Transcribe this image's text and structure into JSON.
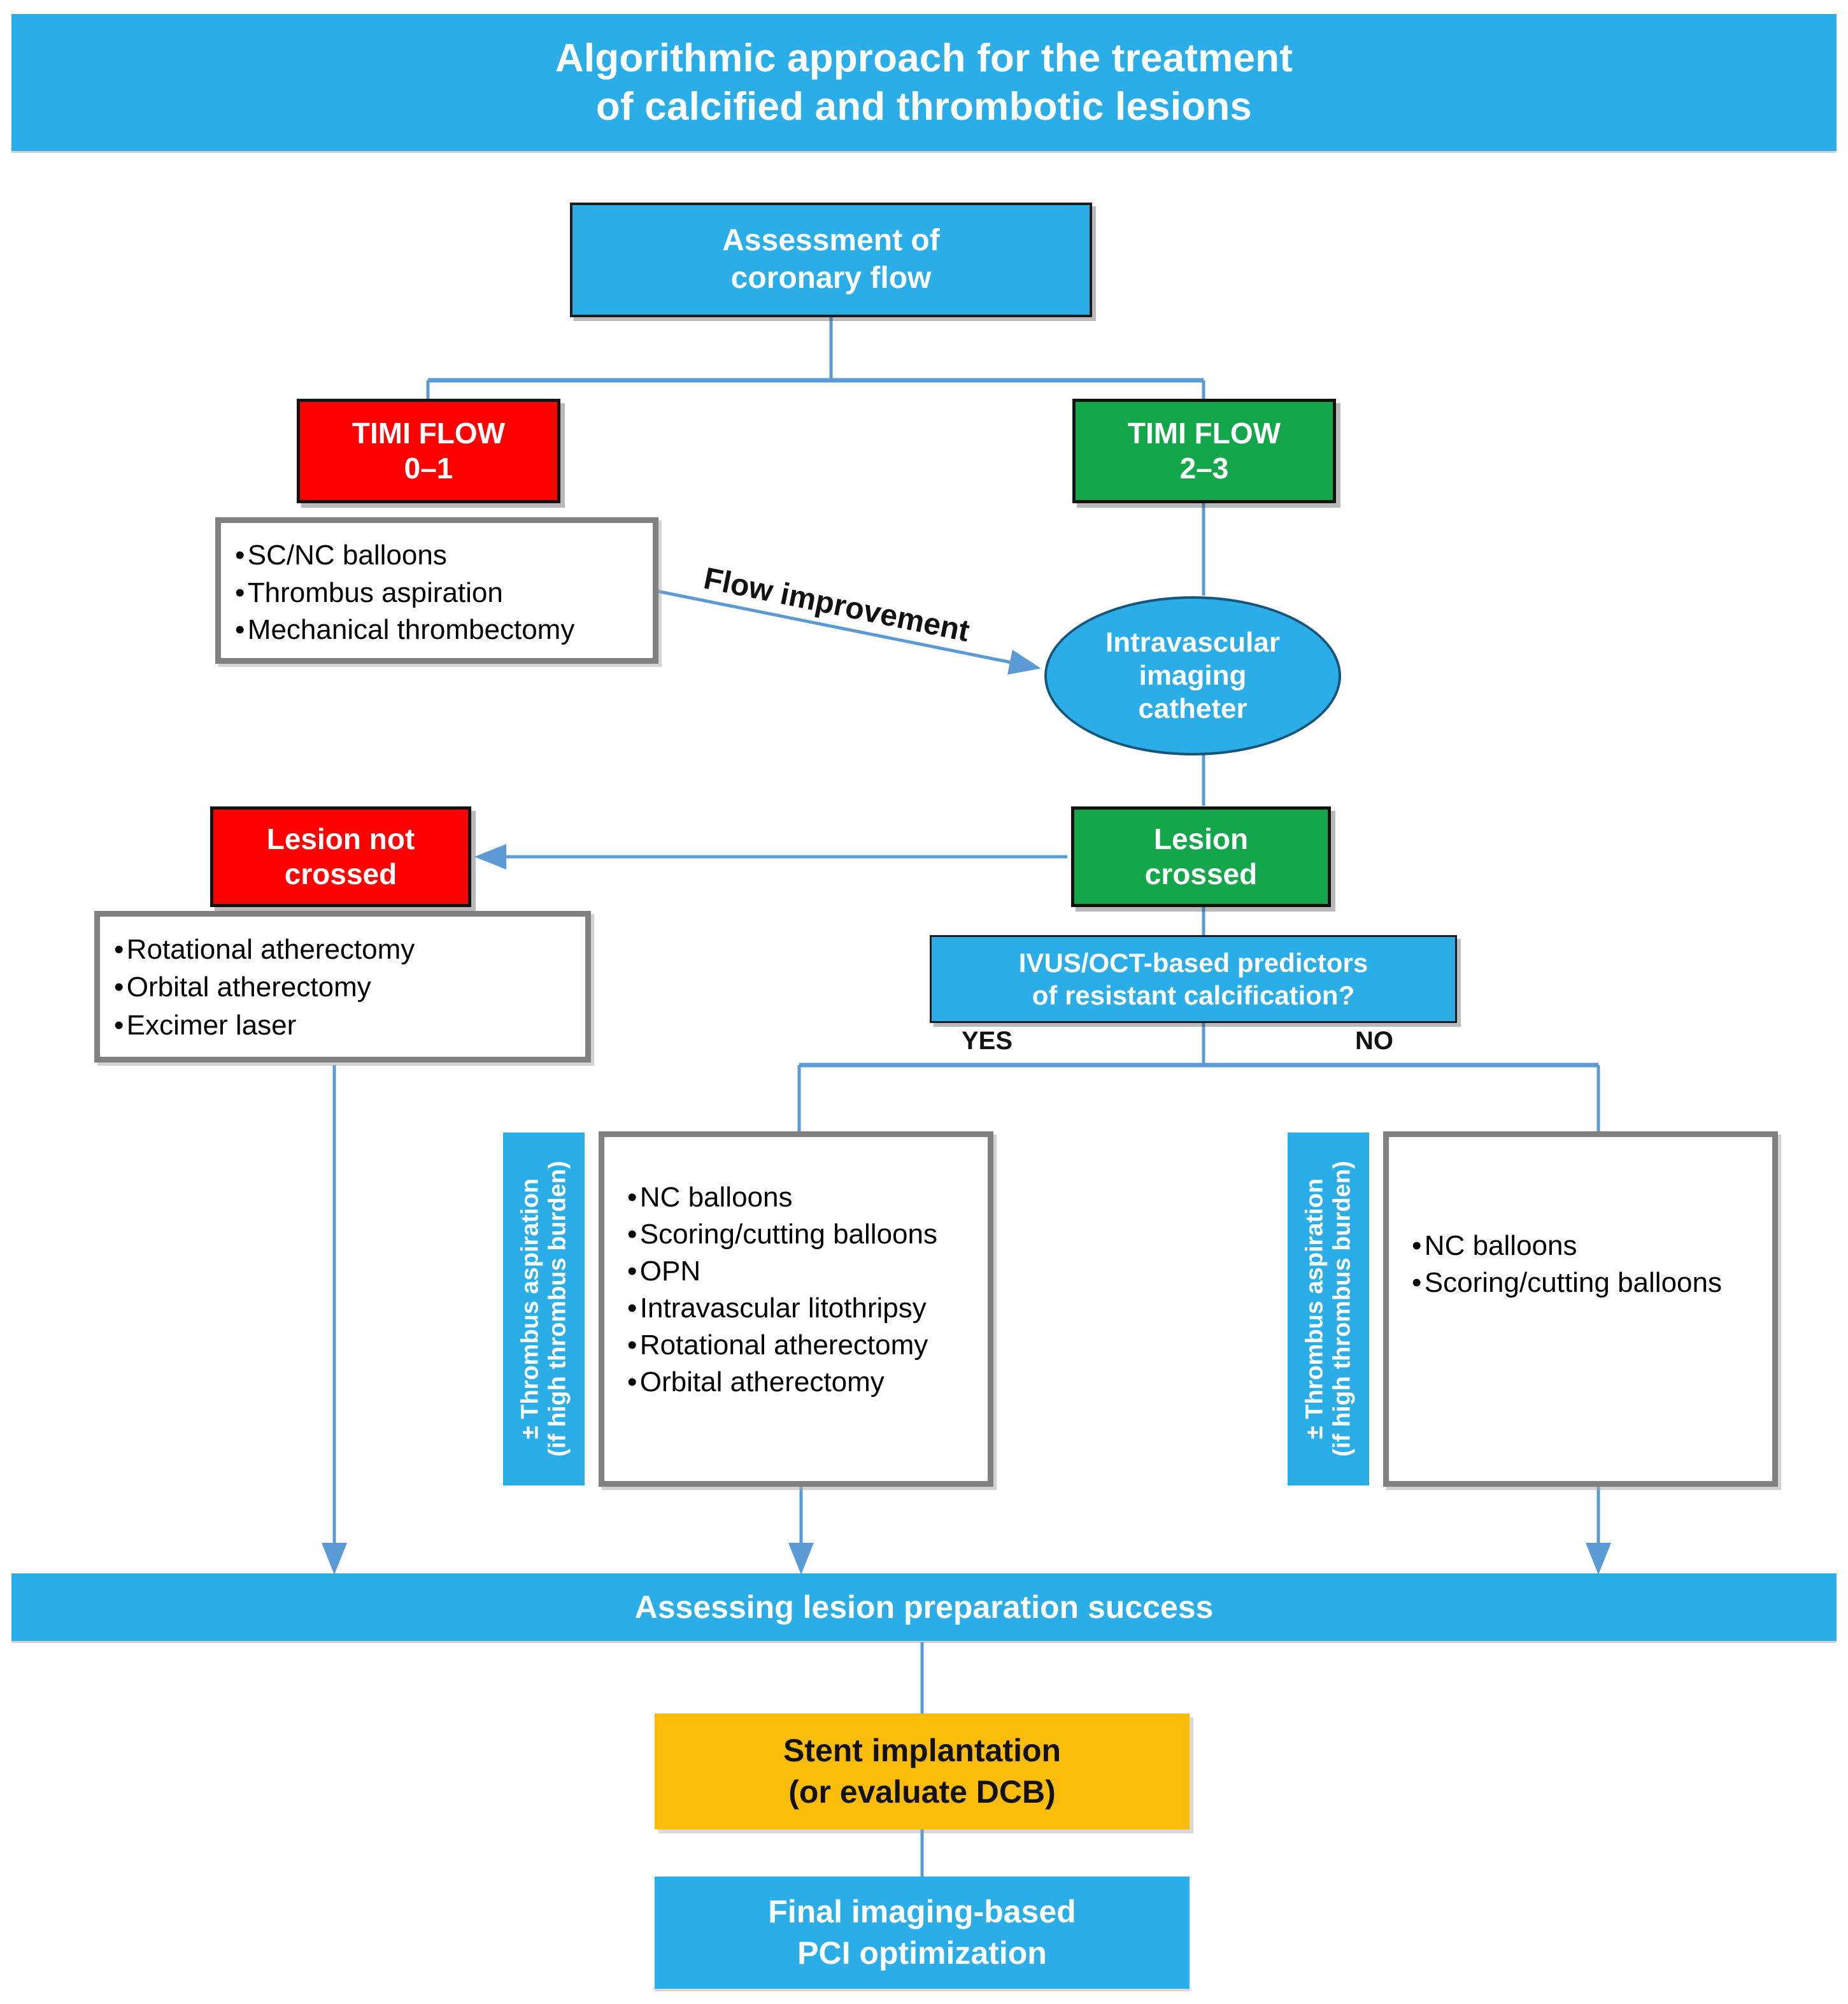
{
  "title": {
    "line1": "Algorithmic approach for the treatment",
    "line2": "of calcified and thrombotic lesions"
  },
  "nodes": {
    "assessment": {
      "line1": "Assessment of",
      "line2": "coronary flow"
    },
    "timi_low": {
      "line1": "TIMI FLOW",
      "line2": "0–1"
    },
    "timi_high": {
      "line1": "TIMI FLOW",
      "line2": "2–3"
    },
    "imaging_catheter": {
      "line1": "Intravascular",
      "line2": "imaging",
      "line3": "catheter"
    },
    "lesion_not_crossed": {
      "line1": "Lesion not",
      "line2": "crossed"
    },
    "lesion_crossed": {
      "line1": "Lesion",
      "line2": "crossed"
    },
    "predictors": {
      "line1": "IVUS/OCT-based predictors",
      "line2": "of resistant calcification?"
    },
    "assess_prep": {
      "label": "Assessing lesion preparation success"
    },
    "stent": {
      "line1": "Stent implantation",
      "line2": "(or evaluate DCB)"
    },
    "final_opt": {
      "line1": "Final imaging-based",
      "line2": "PCI optimization"
    }
  },
  "lists": {
    "thrombus_tools": [
      "SC/NC balloons",
      "Thrombus aspiration",
      "Mechanical thrombectomy"
    ],
    "not_crossed_tools": [
      "Rotational atherectomy",
      "Orbital atherectomy",
      "Excimer laser"
    ],
    "yes_branch_tools": [
      "NC balloons",
      "Scoring/cutting balloons",
      "OPN",
      "Intravascular litothripsy",
      "Rotational atherectomy",
      "Orbital atherectomy"
    ],
    "no_branch_tools": [
      "NC balloons",
      "Scoring/cutting balloons"
    ]
  },
  "side_tabs": {
    "yes_tab": {
      "line1": "± Thrombus aspiration",
      "line2": "(if high thrombus burden)"
    },
    "no_tab": {
      "line1": "± Thrombus aspiration",
      "line2": "(if high thrombus burden)"
    }
  },
  "labels": {
    "flow_improvement": "Flow improvement",
    "yes": "YES",
    "no": "NO"
  },
  "colors": {
    "brand_blue": "#2BADE8",
    "alert_red": "#FF0000",
    "success_green": "#13A64A",
    "warning_amber": "#FBBC0A",
    "connector_blue": "#5B9BD5",
    "box_border_gray": "#808080"
  }
}
